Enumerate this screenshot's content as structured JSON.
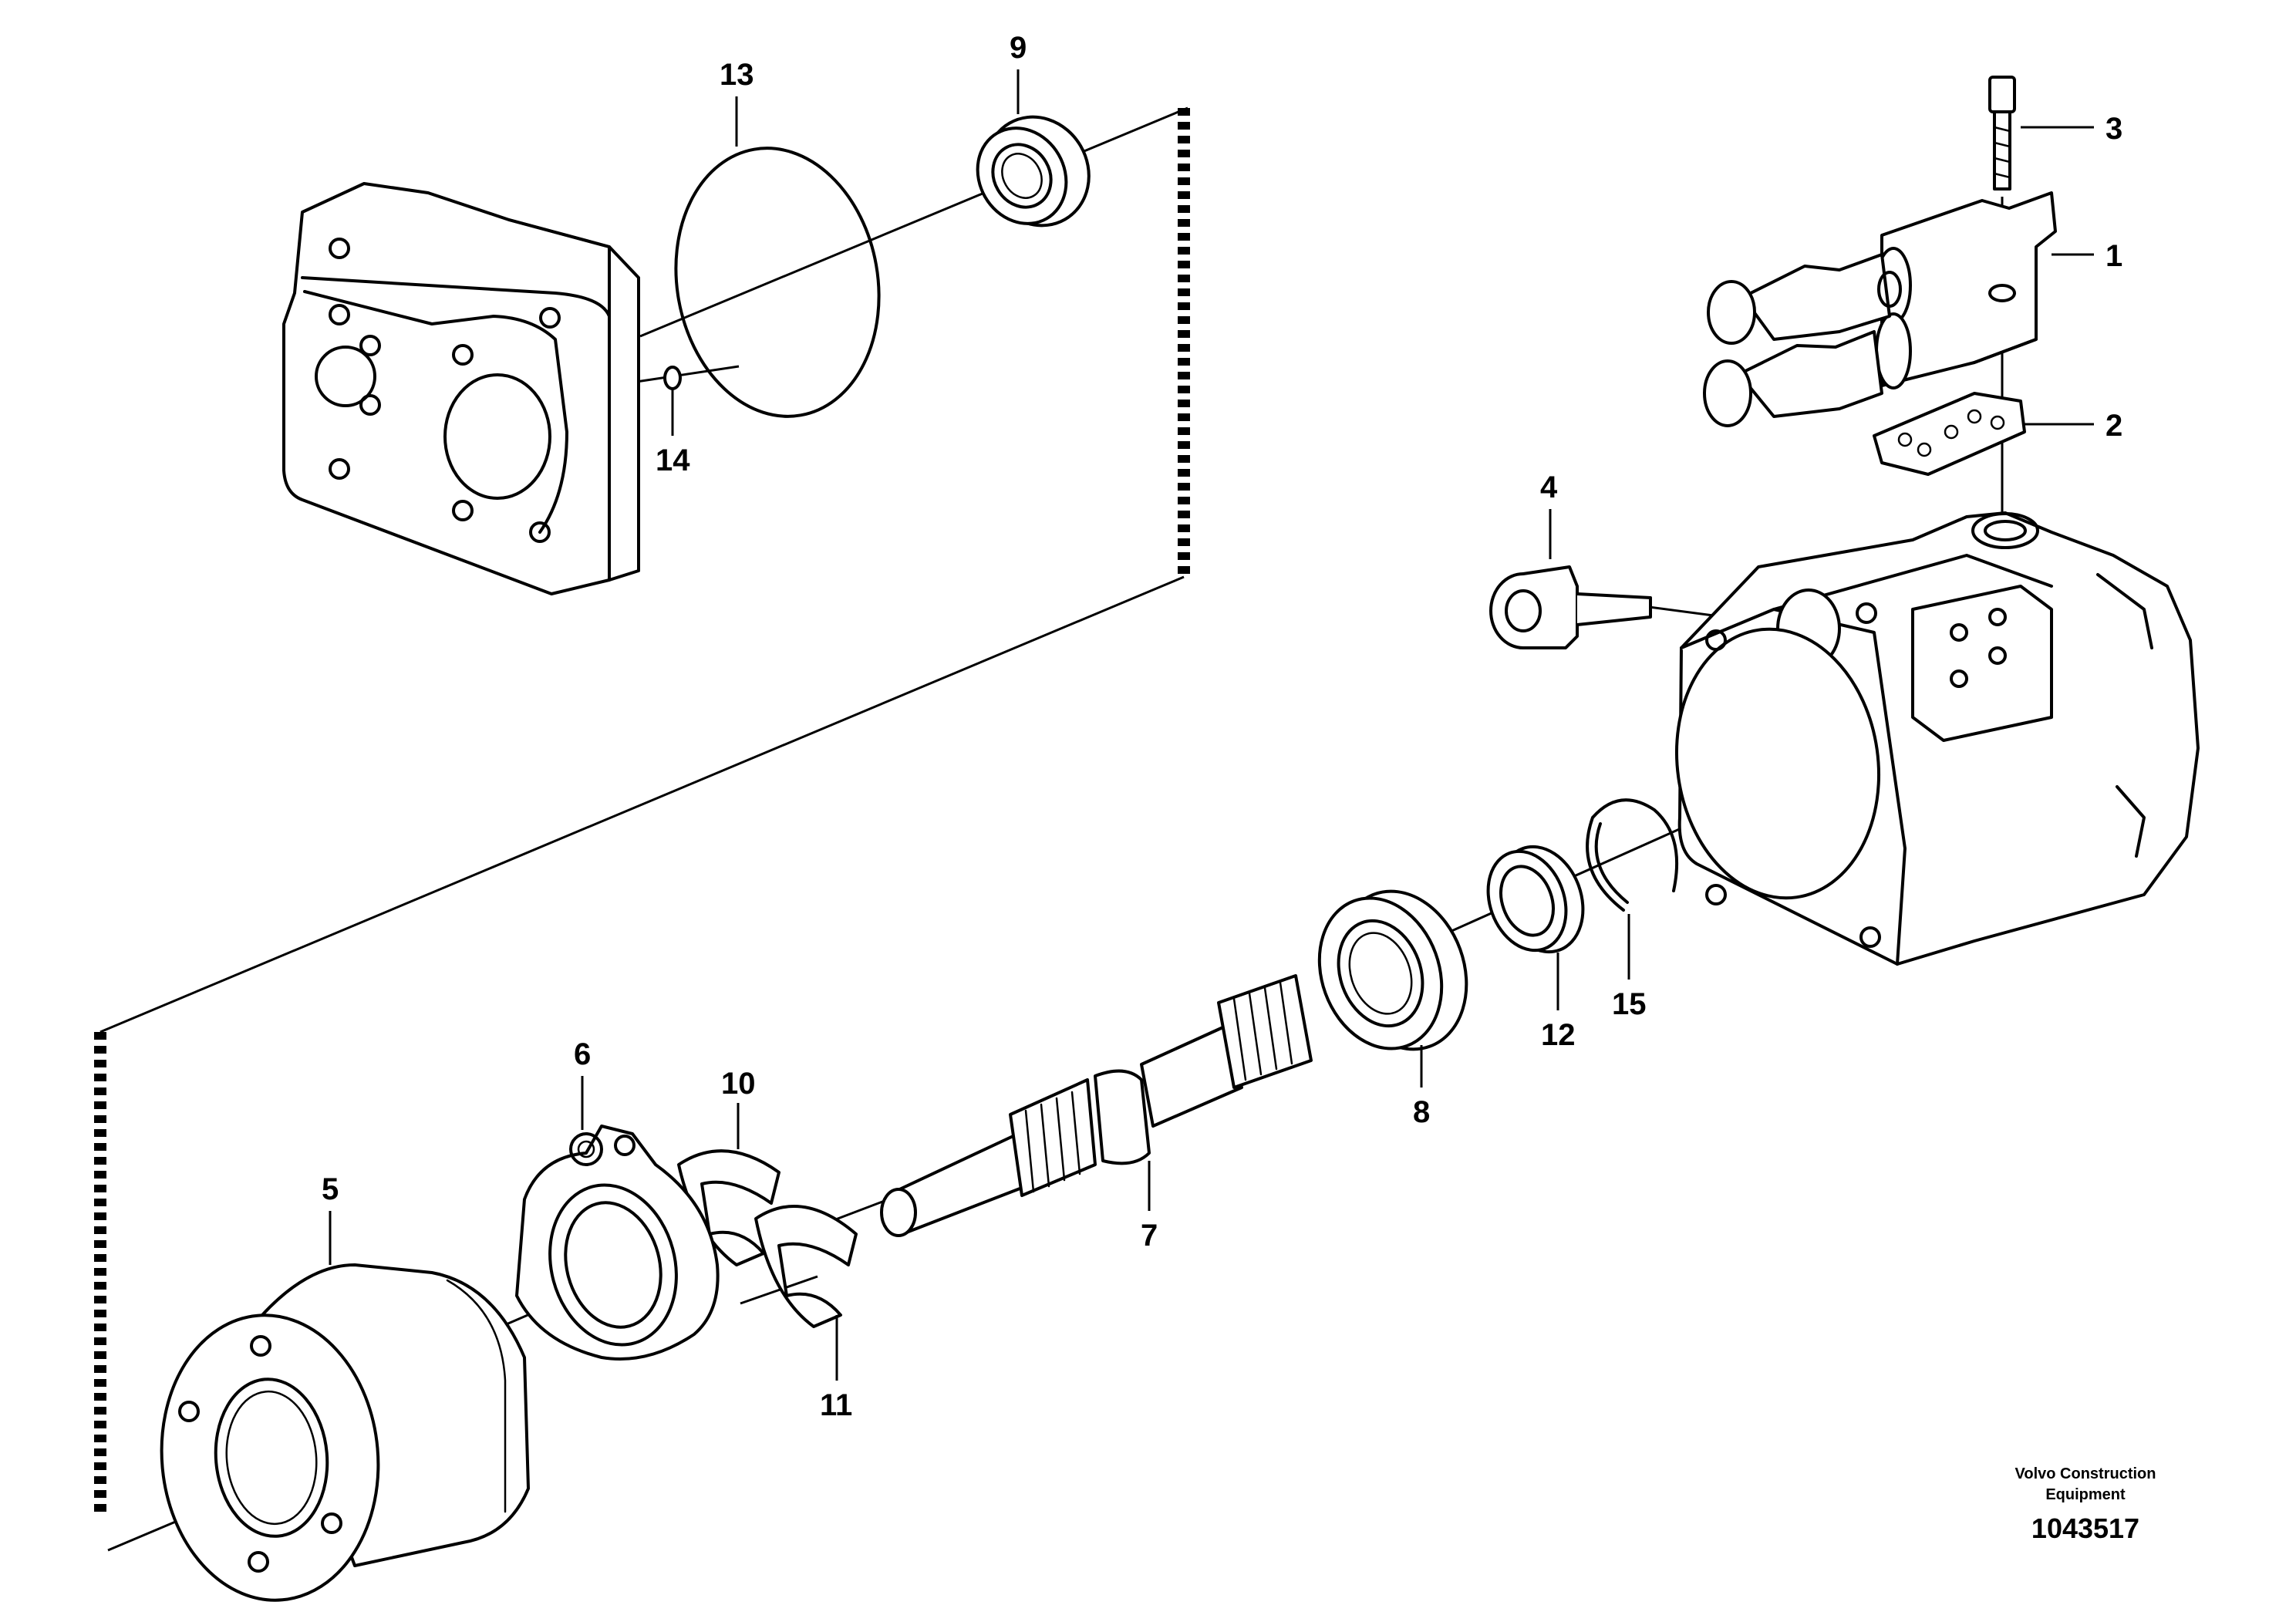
{
  "callouts": [
    "1",
    "2",
    "3",
    "4",
    "5",
    "6",
    "7",
    "8",
    "9",
    "10",
    "11",
    "12",
    "13",
    "14",
    "15"
  ],
  "footer": {
    "brand_line1": "Volvo Construction",
    "brand_line2": "Equipment",
    "ref_number": "1043517"
  }
}
